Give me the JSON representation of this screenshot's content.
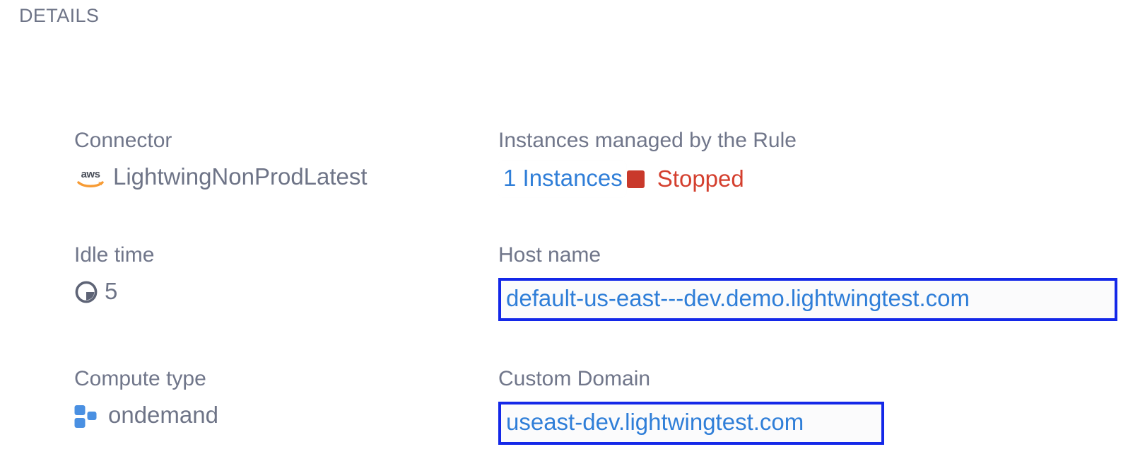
{
  "section": {
    "title": "DETAILS"
  },
  "fields": {
    "connector": {
      "label": "Connector",
      "value": "LightwingNonProdLatest",
      "icon": "aws-logo-icon"
    },
    "instances": {
      "label": "Instances managed by the Rule",
      "count_label": "1 Instances",
      "status": "Stopped",
      "status_color": "#d43f2e",
      "swatch_icon": "stopped-square-icon"
    },
    "idle_time": {
      "label": "Idle time",
      "value": "5",
      "icon": "clock-pie-icon"
    },
    "host_name": {
      "label": "Host name",
      "value": "default-us-east---dev.demo.lightwingtest.com"
    },
    "compute_type": {
      "label": "Compute type",
      "value": "ondemand",
      "icon": "compute-squares-icon"
    },
    "custom_domain": {
      "label": "Custom Domain",
      "value": "useast-dev.lightwingtest.com"
    }
  },
  "colors": {
    "label_gray": "#70768a",
    "link_blue": "#2f7ed8",
    "highlight_border": "#1428e8",
    "status_red": "#d43f2e",
    "compute_blue": "#4a90e2",
    "aws_orange": "#f79b34",
    "background": "#ffffff"
  }
}
